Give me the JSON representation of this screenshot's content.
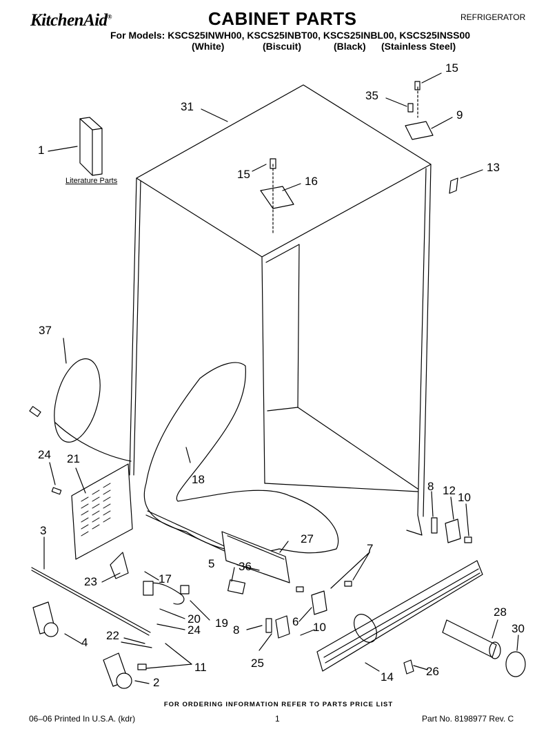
{
  "header": {
    "brand": "KitchenAid",
    "brand_mark": "®",
    "title": "CABINET PARTS",
    "category": "REFRIGERATOR",
    "models_line": "For Models: KSCS25INWH00, KSCS25INBT00, KSCS25INBL00, KSCS25INSS00",
    "variants": [
      "(White)",
      "(Biscuit)",
      "(Black)",
      "(Stainless Steel)"
    ]
  },
  "diagram": {
    "literature_label": "Literature Parts",
    "callouts": [
      "1",
      "2",
      "3",
      "4",
      "5",
      "6",
      "7",
      "8",
      "8",
      "9",
      "10",
      "10",
      "11",
      "12",
      "13",
      "14",
      "15",
      "15",
      "16",
      "17",
      "18",
      "19",
      "20",
      "21",
      "22",
      "23",
      "24",
      "24",
      "25",
      "26",
      "27",
      "28",
      "30",
      "31",
      "35",
      "36",
      "37"
    ]
  },
  "footer": {
    "order_note": "FOR ORDERING INFORMATION REFER TO PARTS PRICE LIST",
    "printed": "06–06 Printed In U.S.A. (kdr)",
    "page": "1",
    "part_number": "Part No. 8198977 Rev. C"
  }
}
